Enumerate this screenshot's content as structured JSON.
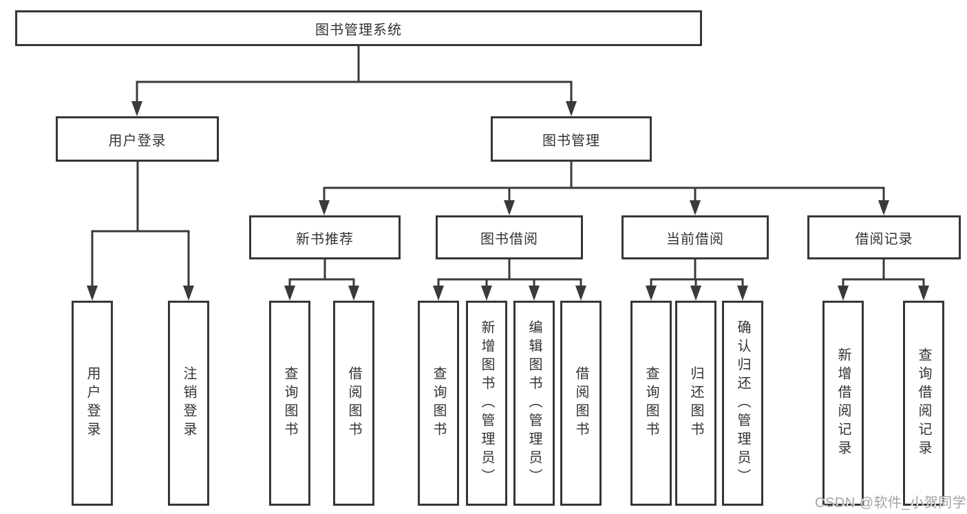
{
  "diagram": {
    "title_node": "图书管理系统",
    "level2": [
      {
        "label": "用户登录"
      },
      {
        "label": "图书管理"
      }
    ],
    "level3": [
      {
        "label": "新书推荐"
      },
      {
        "label": "图书借阅"
      },
      {
        "label": "当前借阅"
      },
      {
        "label": "借阅记录"
      }
    ],
    "leaves": [
      {
        "label": "用户登录"
      },
      {
        "label": "注销登录"
      },
      {
        "label": "查询图书"
      },
      {
        "label": "借阅图书"
      },
      {
        "label": "查询图书"
      },
      {
        "label": "新增图书（管理员）"
      },
      {
        "label": "编辑图书（管理员）"
      },
      {
        "label": "借阅图书"
      },
      {
        "label": "查询图书"
      },
      {
        "label": "归还图书"
      },
      {
        "label": "确认归还（管理员）"
      },
      {
        "label": "新增借阅记录"
      },
      {
        "label": "查询借阅记录"
      }
    ],
    "colors": {
      "line": "#3a3a3a",
      "box_border": "#363636",
      "text": "#333333",
      "background": "#ffffff",
      "watermark": "#a3a3a3"
    }
  },
  "watermark": {
    "text": "CSDN @软件_小贺同学"
  }
}
